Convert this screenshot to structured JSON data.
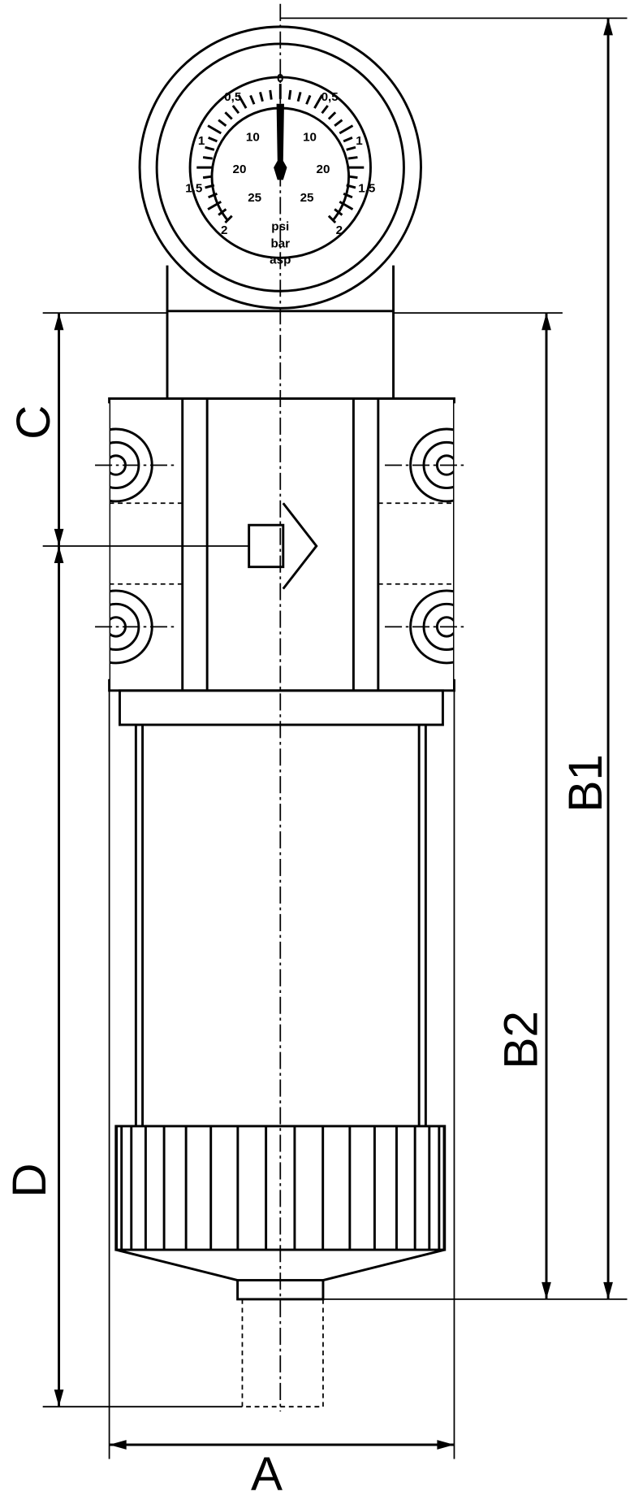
{
  "dimensions": {
    "A": "A",
    "B1": "B1",
    "B2": "B2",
    "C": "C",
    "D": "D"
  },
  "gauge": {
    "outer_scale": [
      "0",
      "0,5",
      "0,5",
      "1",
      "1",
      "1,5",
      "1,5",
      "2",
      "2"
    ],
    "inner_scale": [
      "10",
      "10",
      "20",
      "20",
      "25",
      "25"
    ],
    "units": [
      "psi",
      "bar",
      "asp"
    ]
  }
}
